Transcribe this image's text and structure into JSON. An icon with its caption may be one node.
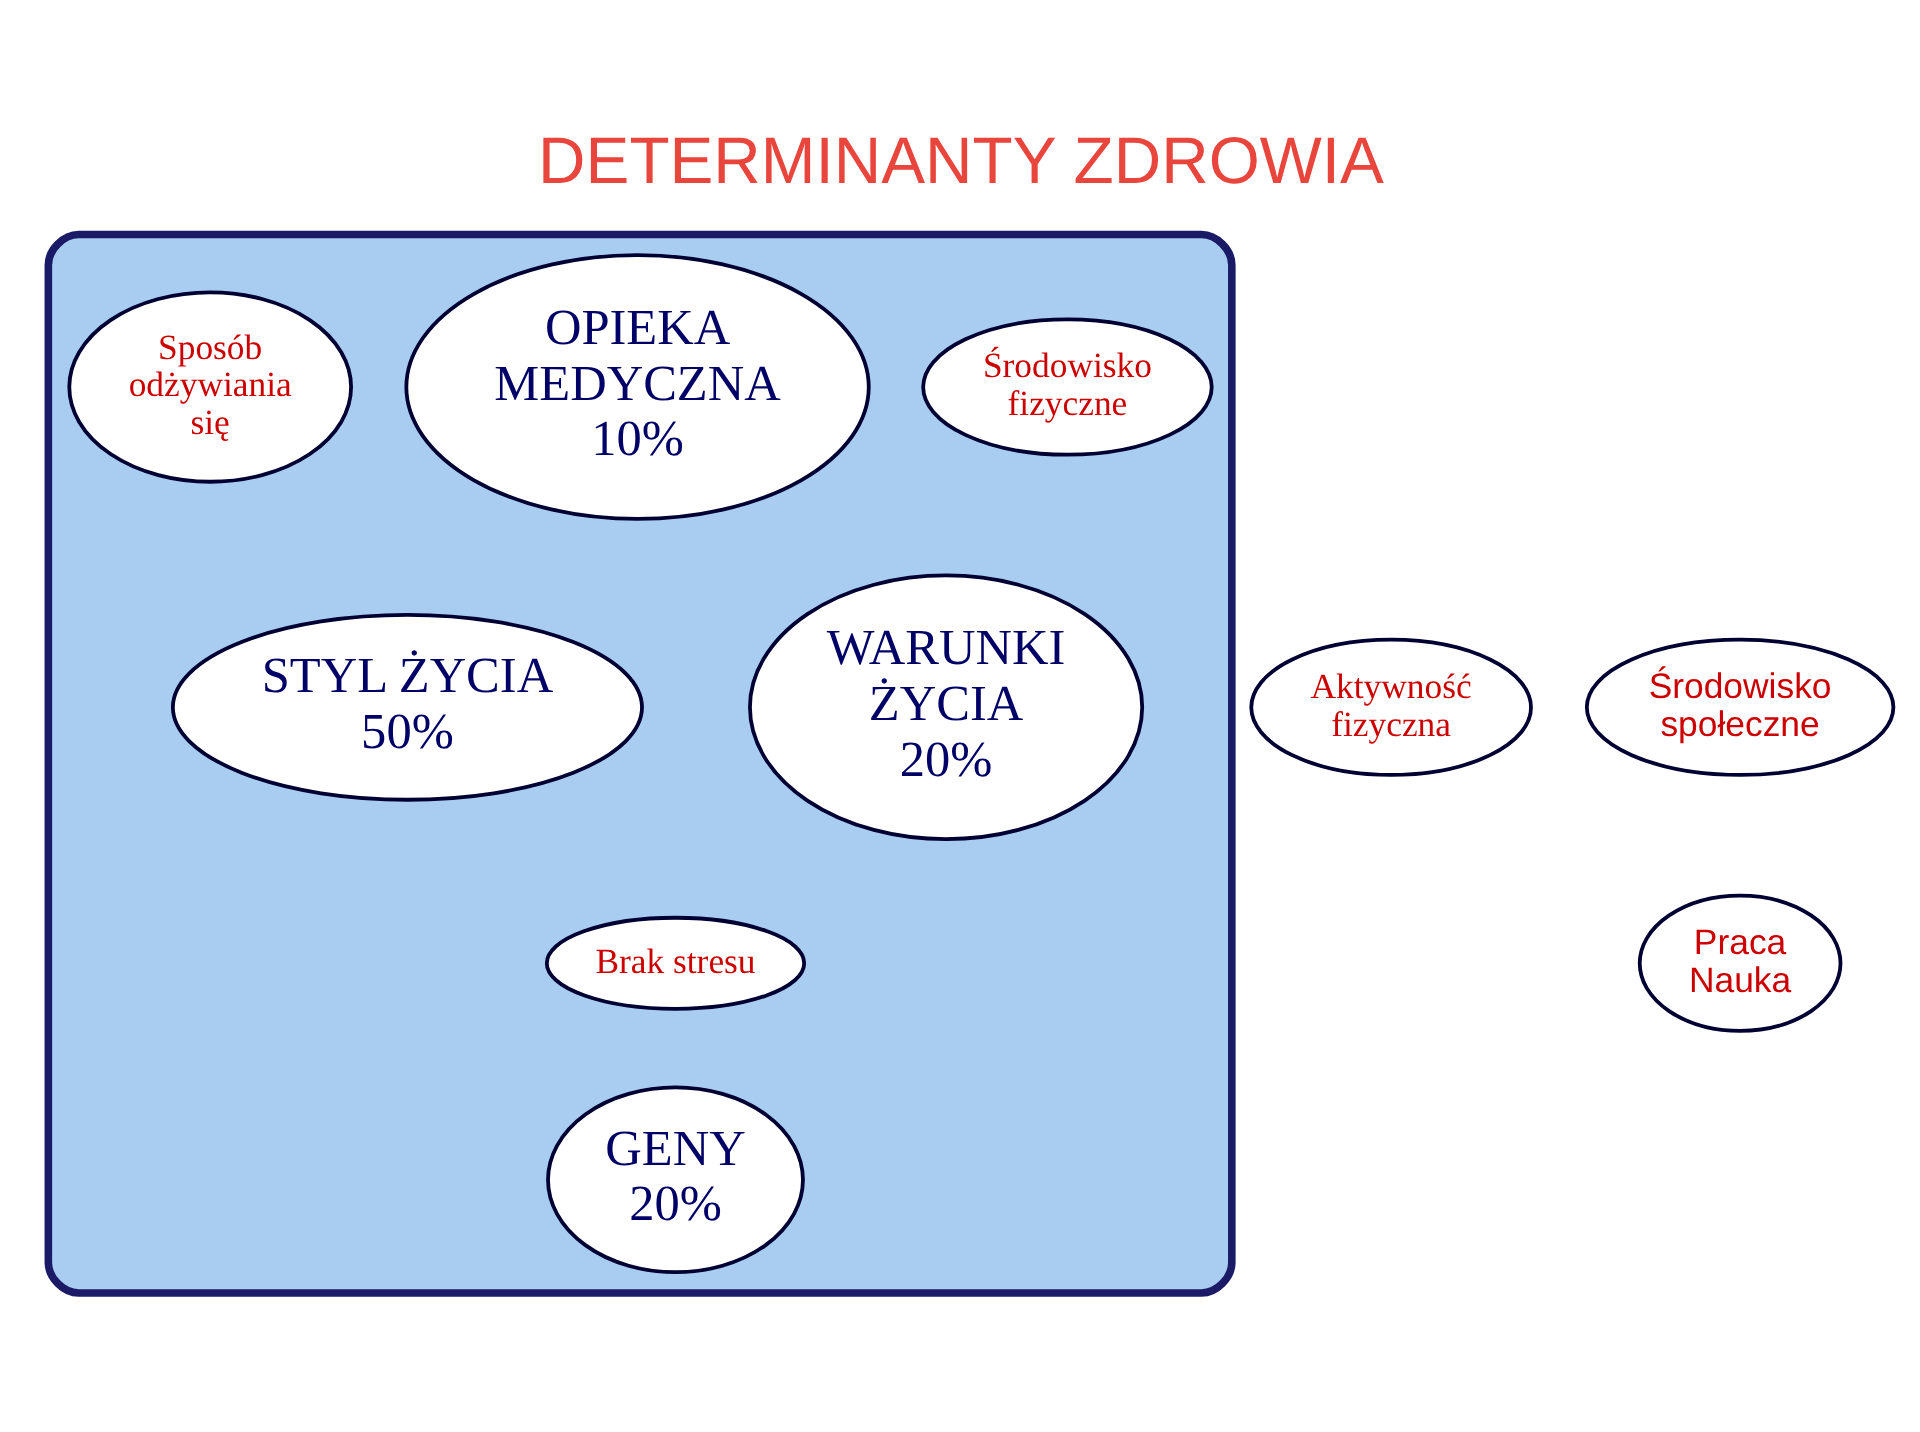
{
  "diagram": {
    "title": "DETERMINANTY ZDROWIA",
    "nodes": [
      {
        "text": [],
        "shape": "ellipse"
      },
      {
        "text": [
          "Sposób odżywiania się"
        ],
        "in": 0
      },
      {
        "text": [
          "OPIEKA MEDYCZNA 10%"
        ],
        "in": 0
      },
      {
        "text": [
          "Środowisko fizyczne"
        ],
        "in": 0
      },
      {
        "text": [
          "Aktywność fizyczna"
        ]
      },
      {
        "text": [
          "STYL ŻYCIA 50%"
        ],
        "in": 0
      },
      {
        "text": [
          "WARUNKI ŻYCIA 20%"
        ],
        "in": 0
      },
      {
        "text": [
          "Środowisko społeczne"
        ]
      },
      {
        "text": [
          "Brak stresu"
        ],
        "in": 0
      },
      {
        "text": [
          "Praca Nauka"
        ]
      },
      {
        "text": [
          "GENY 20%"
        ],
        "in": 0
      }
    ],
    "edges": []
  }
}
